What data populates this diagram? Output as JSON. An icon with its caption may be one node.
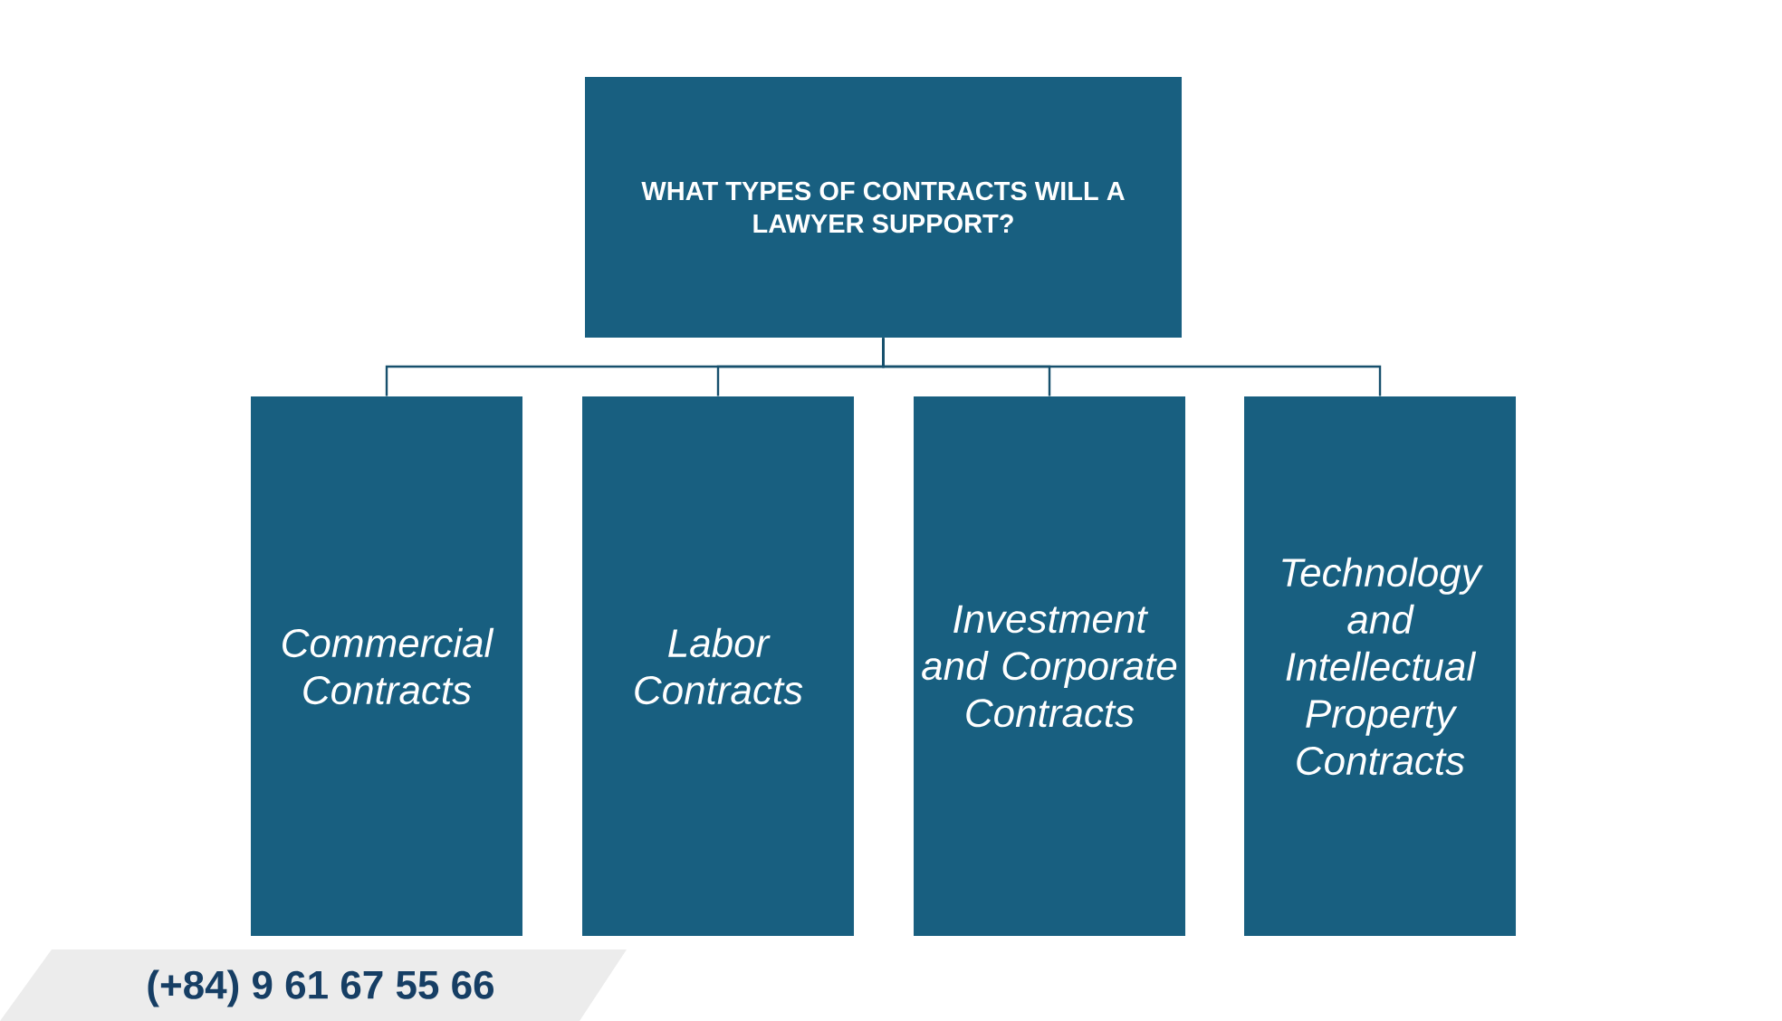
{
  "diagram": {
    "nodes": [
      {
        "text": [
          "WHAT TYPES OF CONTRACTS WILL A LAWYER SUPPORT?"
        ]
      },
      {
        "text": [
          "Commercial Contracts"
        ]
      },
      {
        "text": [
          "Labor Contracts"
        ]
      },
      {
        "text": [
          "Investment and Corporate Contracts"
        ]
      },
      {
        "text": [
          "Technology and Intellectual Property Contracts"
        ]
      }
    ],
    "edges": [
      {
        "from": 0,
        "to": 1,
        "arrow": "none"
      },
      {
        "from": 0,
        "to": 2,
        "arrow": "none"
      },
      {
        "from": 0,
        "to": 3,
        "arrow": "none"
      },
      {
        "from": 0,
        "to": 4,
        "arrow": "none"
      }
    ],
    "labels": [
      "(+84) 9 61 67 55 66"
    ]
  }
}
